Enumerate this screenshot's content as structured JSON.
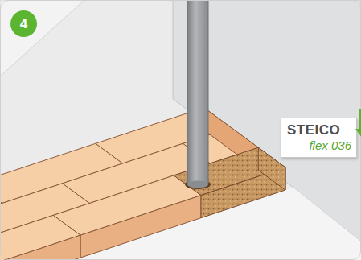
{
  "diagram": {
    "nodes": [
      {
        "text": [
          "4"
        ]
      },
      {
        "text": [
          "STEICO",
          "flex 036"
        ]
      }
    ]
  }
}
